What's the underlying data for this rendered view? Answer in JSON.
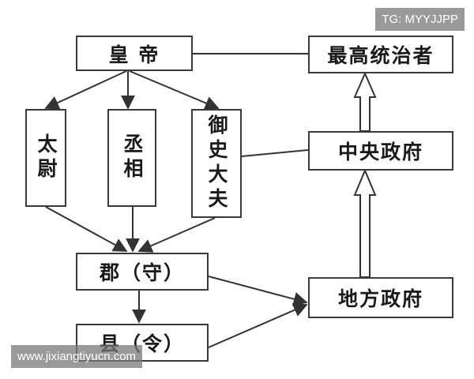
{
  "watermarks": {
    "top_right": "TG: MYYJJPP",
    "bottom_left": "www.jixiangtiyucn.com"
  },
  "nodes": {
    "emperor": "皇 帝",
    "taiwei": "太尉",
    "chengxiang": "丞相",
    "yushi": "御史大夫",
    "jun": "郡（守）",
    "xian": "县（令）",
    "supreme_ruler": "最高统治者",
    "central_gov": "中央政府",
    "local_gov": "地方政府"
  }
}
